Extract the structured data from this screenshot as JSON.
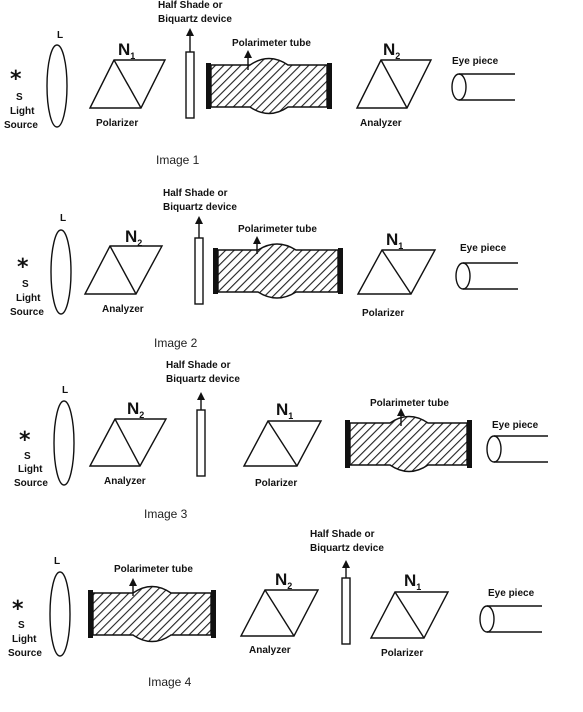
{
  "labels": {
    "lens": "L",
    "source_s": "S",
    "light": "Light",
    "source": "Source",
    "half_shade_1": "Half Shade or",
    "half_shade_2": "Biquartz device",
    "tube": "Polarimeter tube",
    "eye_piece": "Eye piece",
    "star": "*"
  },
  "panels": [
    {
      "caption": "Image 1",
      "order": [
        "polarizer",
        "halfshade",
        "tube",
        "analyzer"
      ],
      "prism1": {
        "n": "N",
        "sub": "1",
        "name": "Polarizer"
      },
      "prism2": {
        "n": "N",
        "sub": "2",
        "name": "Analyzer"
      }
    },
    {
      "caption": "Image 2",
      "order": [
        "analyzer",
        "halfshade",
        "tube",
        "polarizer"
      ],
      "prism1": {
        "n": "N",
        "sub": "2",
        "name": "Analyzer"
      },
      "prism2": {
        "n": "N",
        "sub": "1",
        "name": "Polarizer"
      }
    },
    {
      "caption": "Image 3",
      "order": [
        "analyzer",
        "halfshade",
        "polarizer",
        "tube"
      ],
      "prism1": {
        "n": "N",
        "sub": "2",
        "name": "Analyzer"
      },
      "prism2": {
        "n": "N",
        "sub": "1",
        "name": "Polarizer"
      }
    },
    {
      "caption": "Image 4",
      "order": [
        "tube",
        "analyzer",
        "halfshade",
        "polarizer"
      ],
      "prism1": {
        "n": "N",
        "sub": "2",
        "name": "Analyzer"
      },
      "prism2": {
        "n": "N",
        "sub": "1",
        "name": "Polarizer"
      }
    }
  ]
}
